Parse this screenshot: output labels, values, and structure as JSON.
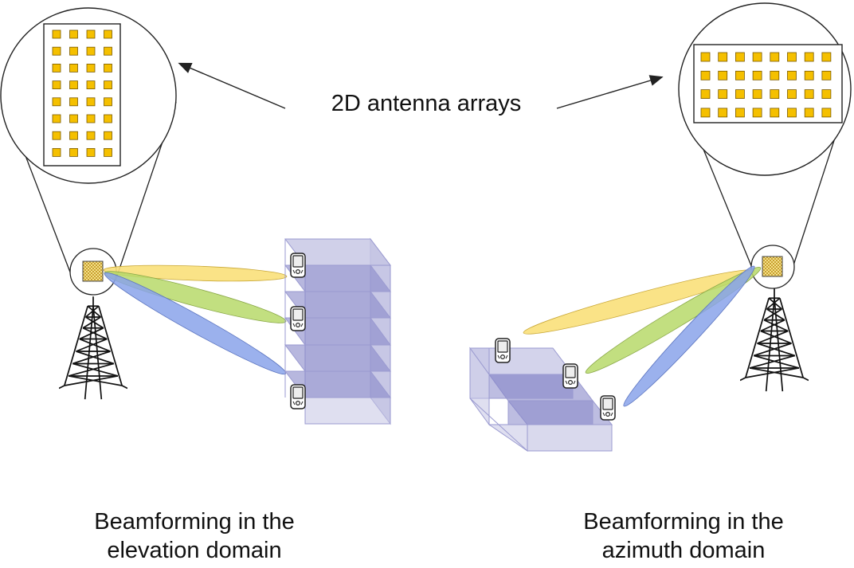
{
  "labels": {
    "arrays": "2D antenna arrays",
    "left_line1": "Beamforming in the",
    "left_line2": "elevation domain",
    "right_line1": "Beamforming in the",
    "right_line2": "azimuth domain"
  },
  "colors": {
    "element_fill": "#f5c000",
    "element_stroke": "#7a5a00",
    "beam_yellow": "#f9e07a",
    "beam_green": "#b7d96a",
    "beam_blue": "#8aa3ea",
    "building": "#b9b9df",
    "building_dark": "#8787c8",
    "line": "#222222"
  },
  "icons": [
    "antenna-tower-icon",
    "mobile-phone-icon"
  ]
}
